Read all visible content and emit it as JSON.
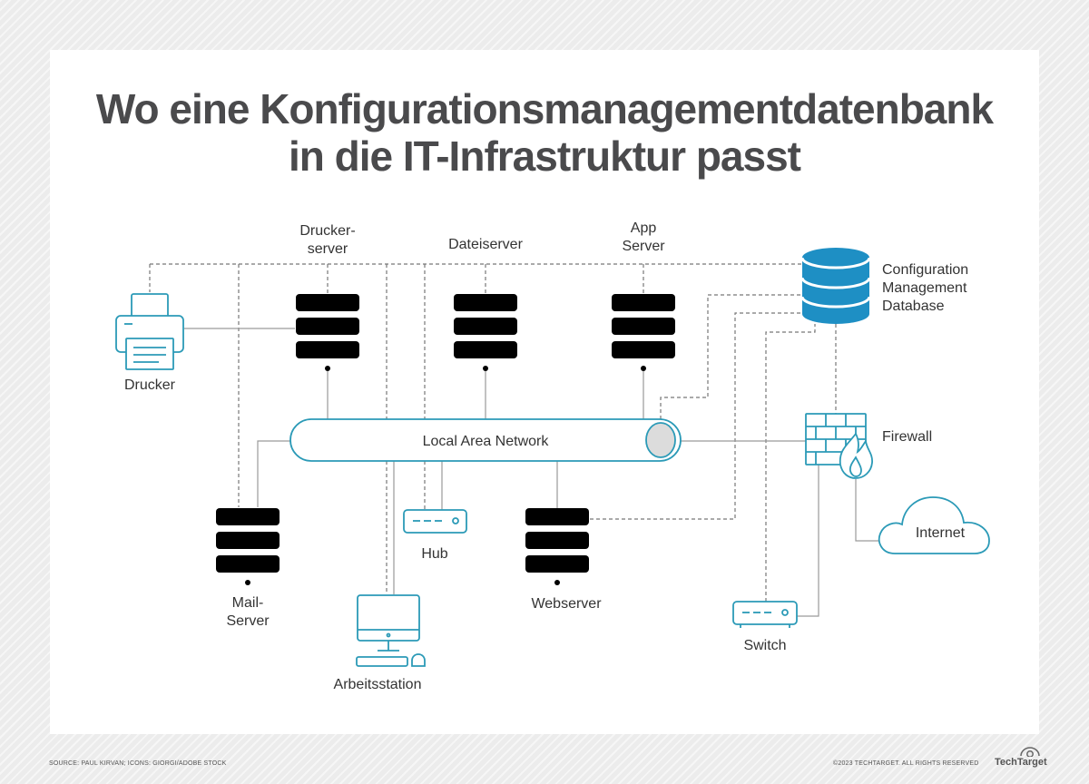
{
  "title": {
    "line1": "Wo eine Konfigurationsmanagementdatenbank",
    "line2": "in die IT-Infrastruktur passt"
  },
  "nodes": {
    "druckerserver": {
      "line1": "Drucker-",
      "line2": "server",
      "icon": "server-icon"
    },
    "dateiserver": {
      "label": "Dateiserver",
      "icon": "server-icon"
    },
    "app_server": {
      "line1": "App",
      "line2": "Server",
      "icon": "server-icon"
    },
    "cmdb": {
      "line1": "Configuration",
      "line2": "Management",
      "line3": "Database",
      "icon": "database-icon",
      "color": "#1e8fc4"
    },
    "drucker": {
      "label": "Drucker",
      "icon": "printer-icon"
    },
    "lan": {
      "label": "Local Area Network"
    },
    "firewall": {
      "label": "Firewall",
      "icon": "firewall-icon"
    },
    "mail_server": {
      "line1": "Mail-",
      "line2": "Server",
      "icon": "server-icon"
    },
    "hub": {
      "label": "Hub",
      "icon": "hub-icon"
    },
    "webserver": {
      "label": "Webserver",
      "icon": "server-icon"
    },
    "internet": {
      "label": "Internet",
      "icon": "cloud-icon"
    },
    "arbeitsstation": {
      "label": "Arbeitsstation",
      "icon": "computer-icon"
    },
    "switch": {
      "label": "Switch",
      "icon": "switch-icon"
    }
  },
  "colors": {
    "accent": "#2b9ab7",
    "title": "#4a4a4c"
  },
  "footer": {
    "source": "SOURCE: PAUL KIRVAN; ICONS: GIORGI/ADOBE STOCK",
    "copyright": "©2023 TECHTARGET. ALL RIGHTS RESERVED",
    "brand": "TechTarget"
  }
}
